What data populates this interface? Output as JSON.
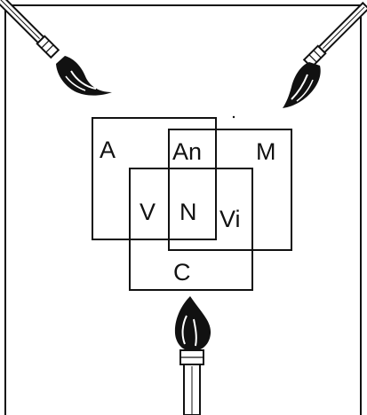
{
  "diagram": {
    "colors": {
      "ink": "#111111",
      "paper": "#ffffff"
    },
    "labels": {
      "a": "A",
      "an": "An",
      "m": "M",
      "v": "V",
      "n": "N",
      "vi": "Vi",
      "c": "C"
    },
    "icons": {
      "top_left": "paintbrush-icon",
      "top_right": "paintbrush-icon",
      "bottom": "paintbrush-icon"
    }
  }
}
